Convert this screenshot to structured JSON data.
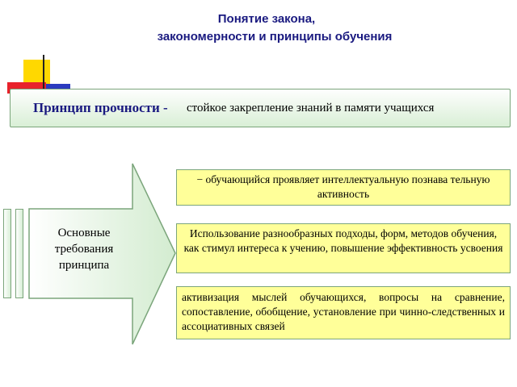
{
  "header": {
    "title_line1": "Понятие закона,",
    "title_line2": "закономерности и принципы обучения"
  },
  "principle": {
    "title": "Принцип прочности -",
    "definition": "стойкое закрепление знаний в памяти учащихся"
  },
  "arrow": {
    "label_line1": "Основные",
    "label_line2": "требования",
    "label_line3": "принципа"
  },
  "requirements": [
    {
      "text": "− обучающийся проявляет интеллектуальную познава тельную активность"
    },
    {
      "text": "Использование разнообразных подходы, форм, методов обучения, как стимул интереса к учению, повышение эффективность усвоения"
    },
    {
      "text": "активизация мыслей обучающихся, вопросы на сравнение, сопоставление, обобщение, установление при чинно-следственных и ассоциативных связей"
    }
  ],
  "colors": {
    "title": "#1a1a80",
    "box_border": "#7ba57b",
    "box_fill": "#d9efd6",
    "req_fill": "#ffff99",
    "deco_yellow": "#ffd800",
    "deco_red": "#e8222b",
    "deco_blue": "#2b3bbf"
  }
}
